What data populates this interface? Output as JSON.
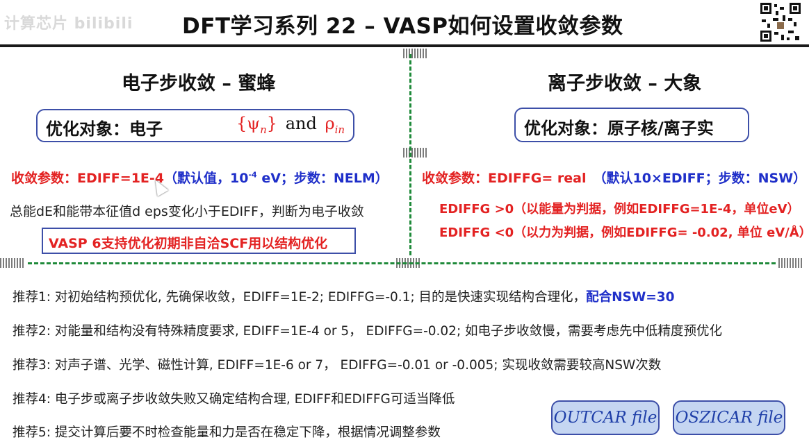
{
  "header": {
    "logo_text": "计算芯片 bilibili",
    "title": "DFT学习系列 22 – VASP如何设置收敛参数"
  },
  "left": {
    "heading": "电子步收敛 – 蜜蜂",
    "object_label": "优化对象：电子",
    "object_formula": "{ψ",
    "object_formula_sub": "n",
    "object_formula_close": "}",
    "object_and": "and",
    "object_rho": "ρ",
    "object_rho_sub": "in",
    "param_red": "收敛参数：EDIFF=1E-4",
    "param_blue_1": "（默认值，10",
    "param_blue_sup": "-4",
    "param_blue_2": " eV；步数：NELM）",
    "criterion": "总能dE和能带本征值d eps变化小于EDIFF，判断为电子收敛",
    "vasp6_note": "VASP 6支持优化初期非自洽SCF用以结构优化"
  },
  "right": {
    "heading": "离子步收敛 – 大象",
    "object_label": "优化对象：原子核/离子实",
    "param_red": "收敛参数：EDIFFG= real",
    "param_blue": "（默认10×EDIFF；步数：NSW）",
    "rule_positive": "EDIFFG >0（以能量为判据，例如EDIFFG=1E-4，单位eV）",
    "rule_negative": "EDIFFG <0（以力为判据，例如EDIFFG= -0.02, 单位 eV/Å）"
  },
  "recommendations": [
    {
      "text": "推荐1:  对初始结构预优化, 先确保收敛，EDIFF=1E-2; EDIFFG=-0.1;  目的是快速实现结构合理化，",
      "highlight": "配合NSW=30"
    },
    {
      "text": "推荐2:  对能量和结构没有特殊精度要求, EDIFF=1E-4 or 5，  EDIFFG=-0.02; 如电子步收敛慢，需要考虑先中低精度预优化",
      "highlight": ""
    },
    {
      "text": "推荐3:  对声子谱、光学、磁性计算, EDIFF=1E-6 or 7，  EDIFFG=-0.01 or -0.005; 实现收敛需要较高NSW次数",
      "highlight": ""
    },
    {
      "text": "推荐4:  电子步或离子步收敛失败又确定结构合理, EDIFF和EDIFFG可适当降低",
      "highlight": ""
    },
    {
      "text": "推荐5:  提交计算后要不时检查能量和力是否在稳定下降，根据情况调整参数",
      "highlight": ""
    }
  ],
  "buttons": {
    "outcar": "OUTCAR file",
    "oszicar": "OSZICAR file"
  },
  "colors": {
    "accent_red": "#e32222",
    "accent_blue": "#1f2fc9",
    "divider_green": "#1f8a3a",
    "box_border": "#3d4fa8",
    "file_button_fill": "#c5d6f2"
  }
}
